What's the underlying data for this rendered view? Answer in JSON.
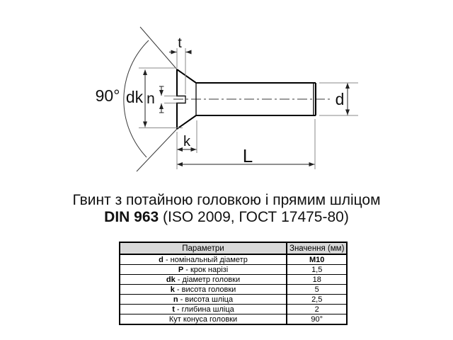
{
  "drawing": {
    "labels": {
      "cone_angle": "90°",
      "head_diameter": "dk",
      "slot_width": "n",
      "slot_depth": "t",
      "head_height": "k",
      "length": "L",
      "thread_diameter": "d"
    }
  },
  "title": {
    "line1": "Гвинт з потайною головкою і прямим шліцом",
    "line2_bold": "DIN 963",
    "line2_rest": " (ISO 2009, ГОСТ 17475-80)"
  },
  "table": {
    "headers": {
      "parameter": "Параметри",
      "value": "Значення (мм)"
    },
    "rows": [
      {
        "prefix": "d",
        "label": " - номінальный діаметр",
        "value": "M10"
      },
      {
        "prefix": "P",
        "label": " - крок нарізі",
        "value": "1,5"
      },
      {
        "prefix": "dk",
        "label": " - діаметр головки",
        "value": "18"
      },
      {
        "prefix": "k",
        "label": " - висота головки",
        "value": "5"
      },
      {
        "prefix": "n",
        "label": " - висота шліца",
        "value": "2,5"
      },
      {
        "prefix": "t",
        "label": " - глибина шліца",
        "value": "2"
      },
      {
        "prefix": "",
        "label": "Кут конуса головки",
        "value": "90°"
      }
    ]
  },
  "colors": {
    "outline": "#000000",
    "thin_line": "#3a3a3a",
    "extension_line": "#8a8a8a",
    "table_header_bg": "#d9d9d9"
  }
}
